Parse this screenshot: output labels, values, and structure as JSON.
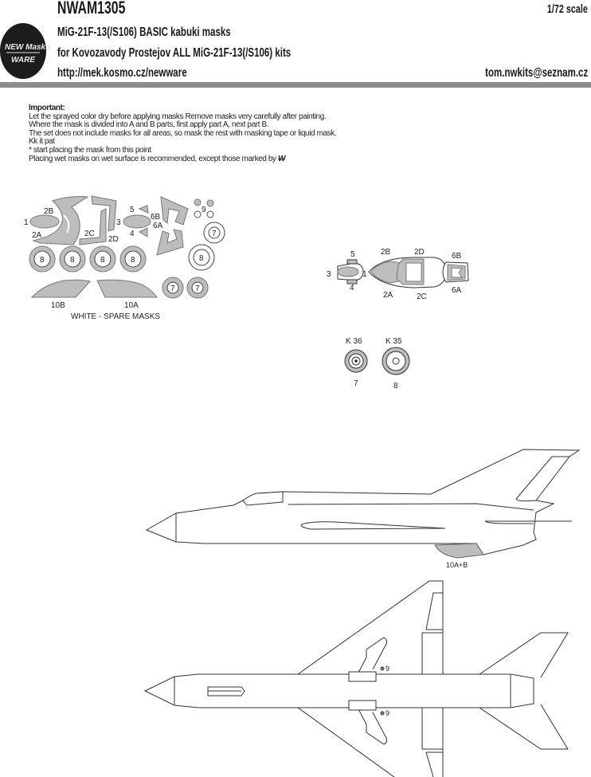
{
  "header": {
    "code": "NWAM1305",
    "scale": "1/72 scale",
    "title_line1": "MiG-21F-13(/S106) BASIC kabuki masks",
    "title_line2": "for Kovozavody Prostejov ALL  MiG-21F-13(/S106) kits",
    "url": "http://mek.kosmo.cz/newware",
    "email": "tom.nwkits@seznam.cz",
    "logo": {
      "text_top": "NEW Masks",
      "text_bottom": "WARE",
      "color": "#1a1a1a"
    }
  },
  "notes": {
    "heading": "Important:",
    "lines": [
      "Let the sprayed color dry before applying masks Remove masks very carefully after painting.",
      "Where the mask is divided into A and B parts, first apply part A, next part B.",
      "The set does not include masks for all areas, so mask the rest with masking tape or liquid mask.",
      "Kk it pat",
      "* start placing the mask from this point",
      "Placing wet masks on wet surface is recommended, except those marked by"
    ],
    "dry_symbol": "W"
  },
  "mask_sheet": {
    "labels": {
      "m1": "1",
      "m2a": "2A",
      "m2b": "2B",
      "m2c": "2C",
      "m2d": "2D",
      "m3": "3",
      "m4": "4",
      "m5": "5",
      "m6a": "6A",
      "m6b": "6B",
      "m7": "7",
      "m8": "8",
      "m9": "9",
      "m10a": "10A",
      "m10b": "10B"
    },
    "caption": "WHITE - SPARE MASKS",
    "mask_color": "#bdbdbd"
  },
  "canopy_diagram": {
    "labels": {
      "l5": "5",
      "l3": "3",
      "l1": "1",
      "l4": "4",
      "l2b": "2B",
      "l2d": "2D",
      "l6b": "6B",
      "l2a": "2A",
      "l2c": "2C",
      "l6a": "6A"
    }
  },
  "wheels": [
    {
      "kit_part": "K 36",
      "mask": "7"
    },
    {
      "kit_part": "K 35",
      "mask": "8"
    }
  ],
  "side_view": {
    "label": "10A+B"
  },
  "top_view": {
    "label_upper": "9",
    "label_lower": "9"
  }
}
